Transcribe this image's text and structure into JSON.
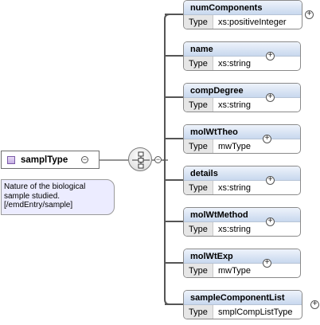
{
  "root": {
    "name": "samplType",
    "icon": "complex-type-icon"
  },
  "documentation": [
    "Nature of the biological",
    "sample studied.",
    "[/emdEntry/sample]"
  ],
  "colors": {
    "doc_background": "#ececff",
    "header_gradient": "#c8d8ee",
    "line": "#555555"
  },
  "type_label": "Type",
  "elements": [
    {
      "name": "numComponents",
      "type": "xs:positiveInteger"
    },
    {
      "name": "name",
      "type": "xs:string"
    },
    {
      "name": "compDegree",
      "type": "xs:string"
    },
    {
      "name": "molWtTheo",
      "type": "mwType"
    },
    {
      "name": "details",
      "type": "xs:string"
    },
    {
      "name": "molWtMethod",
      "type": "xs:string"
    },
    {
      "name": "molWtExp",
      "type": "mwType"
    },
    {
      "name": "sampleComponentList",
      "type": "smplCompListType"
    }
  ],
  "collapse_symbol": "−",
  "expand_symbol": "+"
}
